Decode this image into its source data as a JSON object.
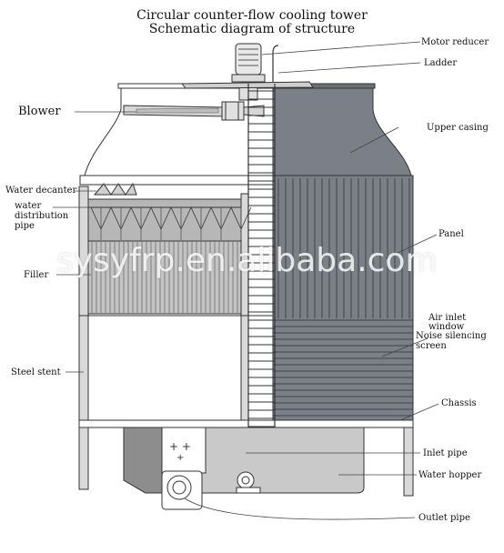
{
  "title": {
    "line1": "Circular counter-flow cooling tower",
    "line2": "Schematic diagram of structure"
  },
  "labels": {
    "motor_reducer": "Motor reducer",
    "ladder": "Ladder",
    "blower": "Blower",
    "upper_casing": "Upper casing",
    "water_decanter": "Water decanter",
    "water_distribution_pipe": "water\ndistribution\npipe",
    "panel": "Panel",
    "filler": "Filler",
    "air_inlet_window": "Air inlet\nwindow",
    "noise_silencing_screen": "Noise silencing\nscreen",
    "steel_stent": "Steel stent",
    "chassis": "Chassis",
    "inlet_pipe": "Inlet pipe",
    "water_hopper": "Water hopper",
    "outlet_pipe": "Outlet pipe"
  },
  "watermark": "sysyfrp.en.alibaba.com",
  "colors": {
    "casing": "#7b8088",
    "casing_dark": "#5f646b",
    "line": "#333333",
    "hopper": "#c9c9c9"
  }
}
